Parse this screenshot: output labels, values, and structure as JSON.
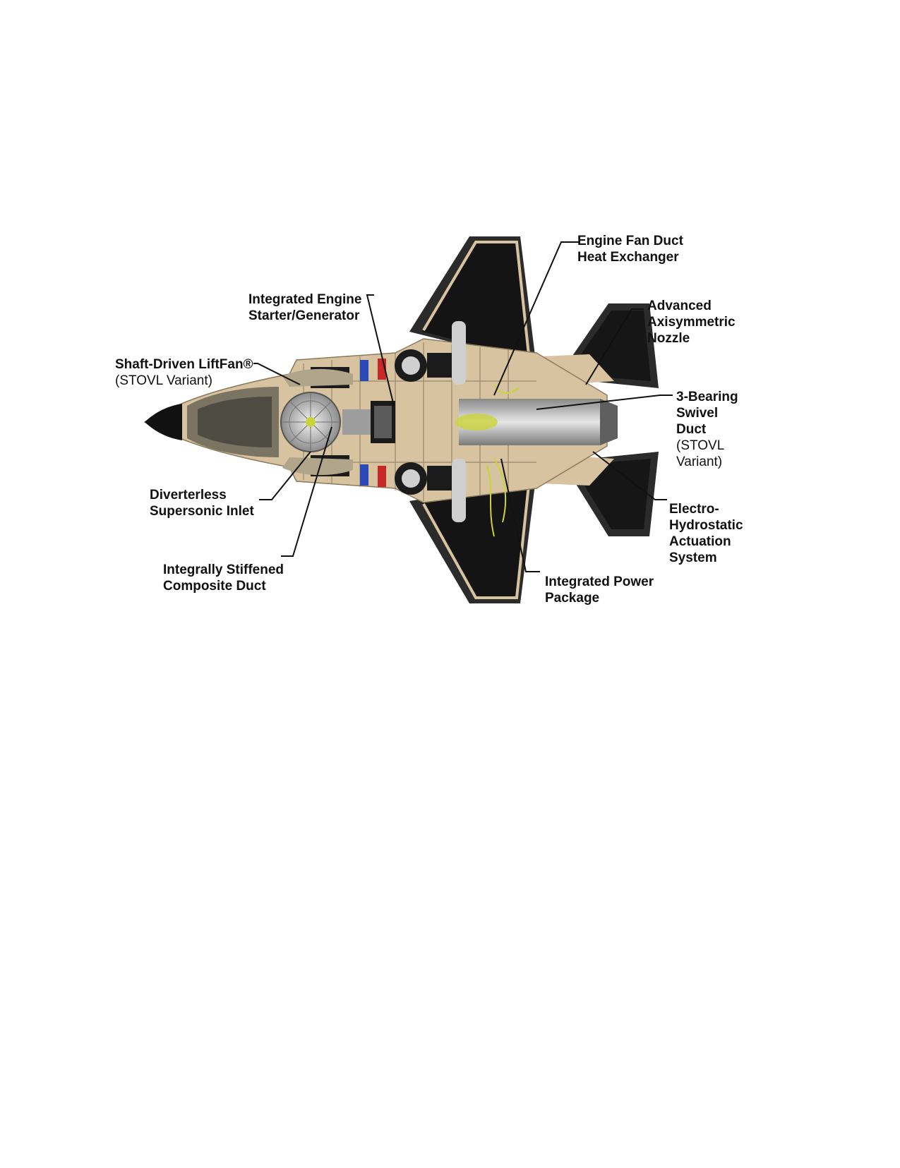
{
  "callouts": [
    {
      "id": "engine-fan-duct-heat-exchanger",
      "bold": [
        "Engine Fan Duct",
        "Heat Exchanger"
      ],
      "normal": []
    },
    {
      "id": "integrated-engine-starter-generator",
      "bold": [
        "Integrated Engine",
        "Starter/Generator"
      ],
      "normal": []
    },
    {
      "id": "advanced-axisymmetric-nozzle",
      "bold": [
        "Advanced",
        "Axisymmetric",
        "Nozzle"
      ],
      "normal": []
    },
    {
      "id": "shaft-driven-liftfan",
      "bold": [
        "Shaft-Driven LiftFan®"
      ],
      "normal": [
        "(STOVL Variant)"
      ]
    },
    {
      "id": "three-bearing-swivel-duct",
      "bold": [
        "3-Bearing",
        "Swivel",
        "Duct"
      ],
      "normal": [
        "(STOVL",
        "Variant)"
      ]
    },
    {
      "id": "diverterless-supersonic-inlet",
      "bold": [
        "Diverterless",
        "Supersonic Inlet"
      ],
      "normal": []
    },
    {
      "id": "electro-hydrostatic-actuation-system",
      "bold": [
        "Electro-",
        "Hydrostatic",
        "Actuation",
        "System"
      ],
      "normal": []
    },
    {
      "id": "integrally-stiffened-composite-duct",
      "bold": [
        "Integrally Stiffened",
        "Composite Duct"
      ],
      "normal": []
    },
    {
      "id": "integrated-power-package",
      "bold": [
        "Integrated Power",
        "Package"
      ],
      "normal": []
    }
  ],
  "colors": {
    "structure": "#d8c3a0",
    "bays": "#141414",
    "wing_edge": "#3a3a3a",
    "engine_metal": "#b9b9b9",
    "components_yellow": "#c9d43a",
    "tank_red": "#c62828",
    "tank_blue": "#2c49b8",
    "leader_line": "#111111"
  }
}
